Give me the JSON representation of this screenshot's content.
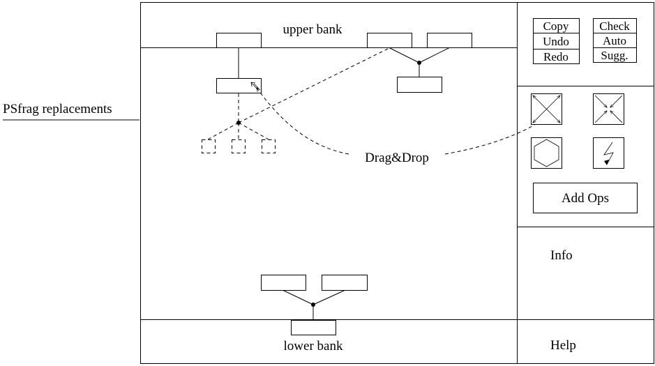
{
  "side_label": "PSfrag replacements",
  "workspace": {
    "upper_bank_label": "upper bank",
    "lower_bank_label": "lower bank",
    "drag_drop_label": "Drag&Drop"
  },
  "edit_buttons": {
    "copy": "Copy",
    "undo": "Undo",
    "redo": "Redo",
    "check": "Check",
    "auto": "Auto",
    "sugg": "Sugg."
  },
  "ops_panel": {
    "icons": [
      "expand-arrows-icon",
      "contract-arrows-icon",
      "hexagon-icon",
      "lightning-icon"
    ],
    "add_ops_label": "Add Ops"
  },
  "info_label": "Info",
  "help_label": "Help"
}
